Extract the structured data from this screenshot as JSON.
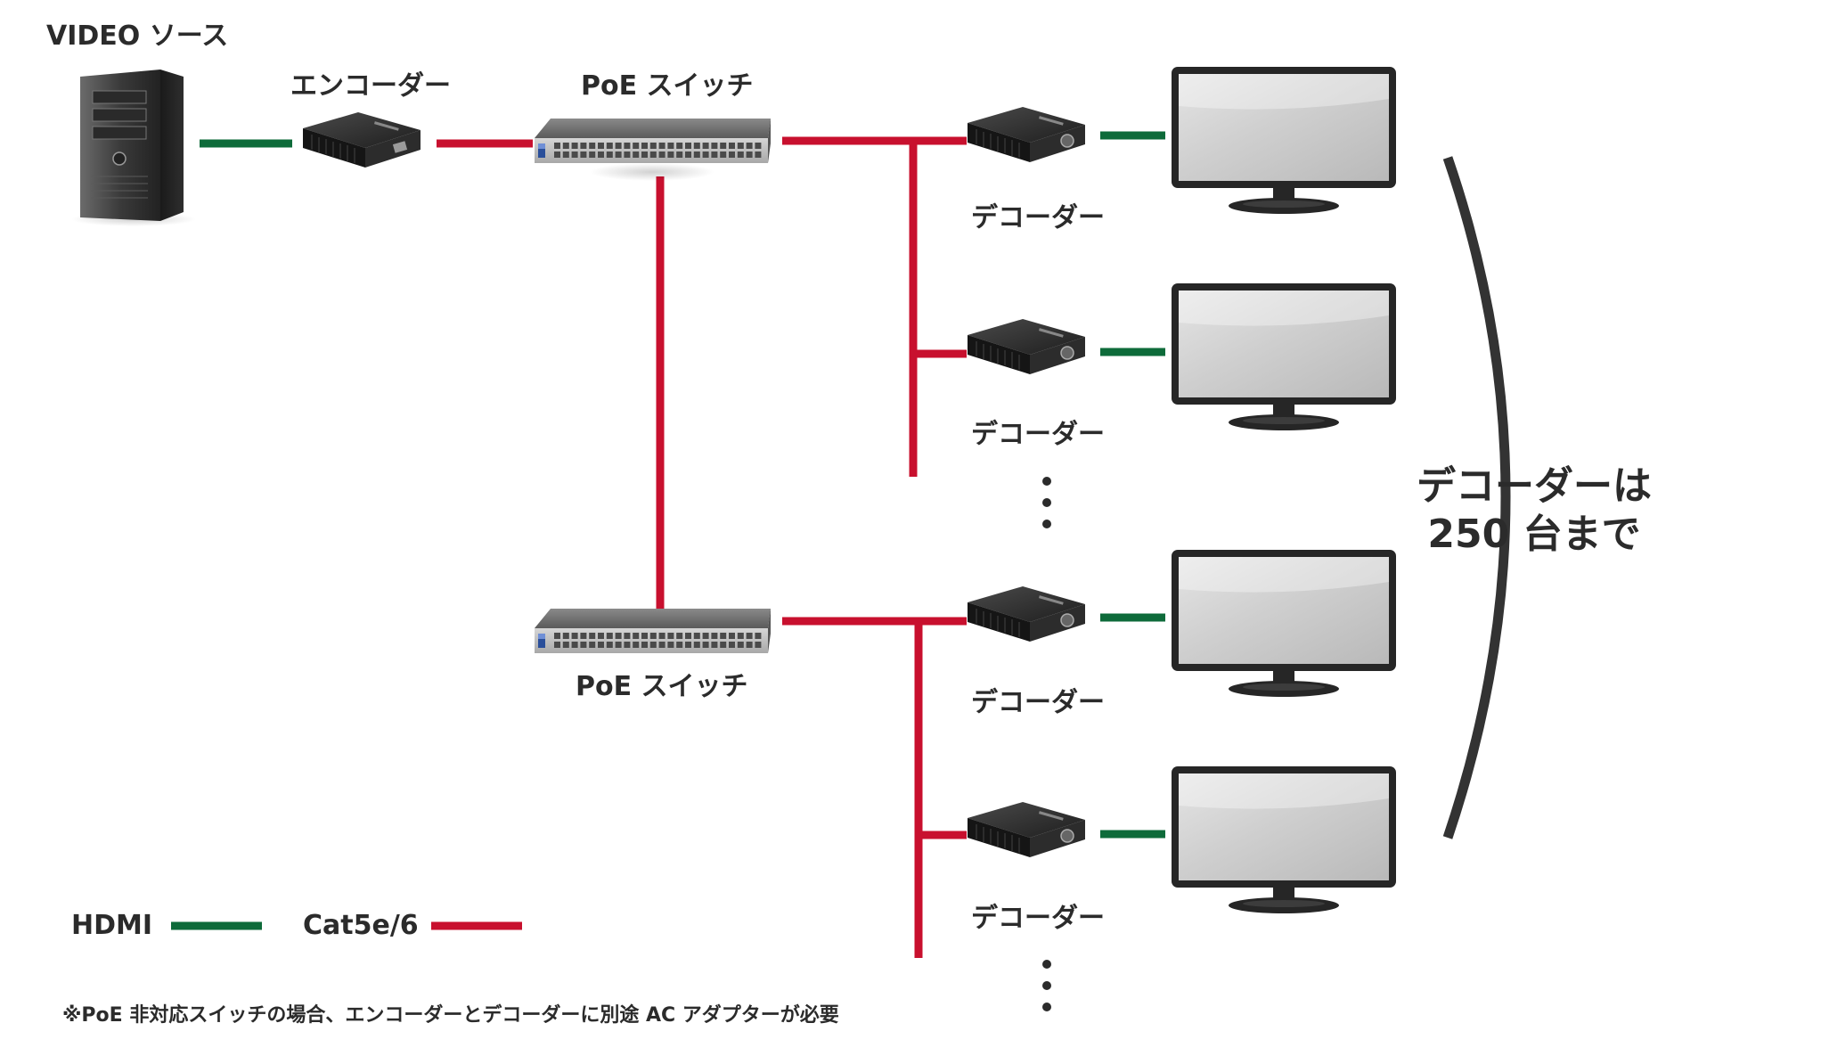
{
  "labels": {
    "video_source": "VIDEO ソース",
    "encoder": "エンコーダー",
    "poe_switch_top": "PoE スイッチ",
    "poe_switch_bottom": "PoE スイッチ",
    "decoder_1": "デコーダー",
    "decoder_2": "デコーダー",
    "decoder_3": "デコーダー",
    "decoder_4": "デコーダー",
    "capacity_line1": "デコーダーは",
    "capacity_line2": "250 台まで"
  },
  "legend": {
    "hdmi": "HDMI",
    "cat": "Cat5e/6"
  },
  "footnote": "※PoE 非対応スイッチの場合、エンコーダーとデコーダーに別途 AC アダプターが必要",
  "colors": {
    "hdmi_line": "#0e6b3a",
    "cat_line": "#c8102e",
    "text": "#2b2b2b",
    "bracket": "#333333"
  },
  "icons": {
    "pc": "pc-tower-icon",
    "encoder": "encoder-device-icon",
    "switch": "network-switch-icon",
    "decoder": "decoder-device-icon",
    "monitor": "monitor-icon"
  }
}
